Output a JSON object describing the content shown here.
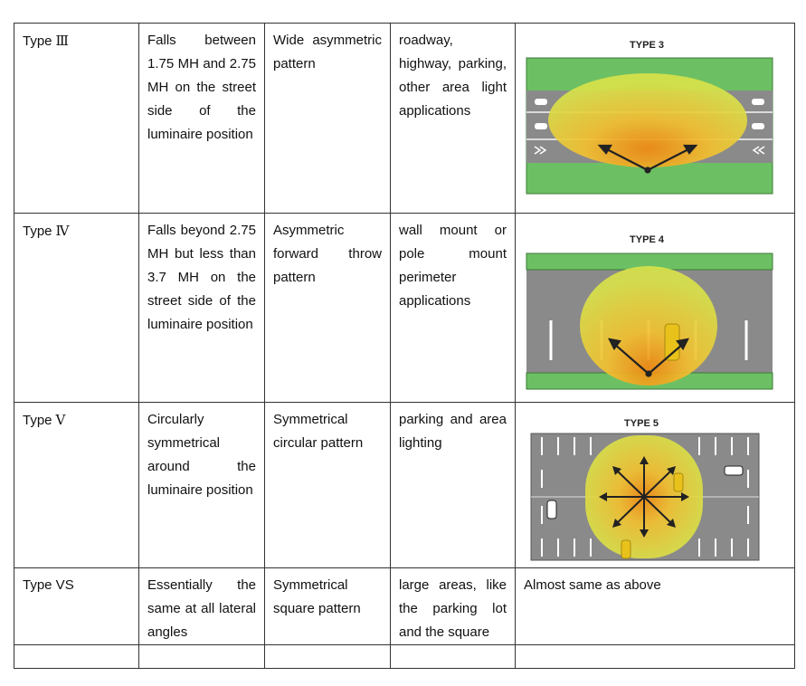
{
  "rows": [
    {
      "type_prefix": "Type",
      "type_numeral": "Ⅲ",
      "description": "Falls between 1.75 MH and 2.75 MH on the street side of the luminaire position",
      "pattern": "Wide asymmetric pattern",
      "applications": "roadway, highway, parking, other area light applications",
      "figure_title": "TYPE 3"
    },
    {
      "type_prefix": "Type",
      "type_numeral": "Ⅳ",
      "description": "Falls beyond 2.75 MH but less than 3.7 MH on the street side of the luminaire position",
      "pattern": "Asymmetric forward throw pattern",
      "applications": "wall mount or pole mount perimeter applications",
      "figure_title": "TYPE 4"
    },
    {
      "type_prefix": "Type",
      "type_numeral": "Ⅴ",
      "description": "Circularly symmetrical around the luminaire position",
      "pattern": "Symmetrical circular pattern",
      "applications": "parking and area lighting",
      "figure_title": "TYPE 5"
    },
    {
      "type_prefix": "Type VS",
      "type_numeral": "",
      "description": "Essentially the same at all lateral angles",
      "pattern": "Symmetrical square pattern",
      "applications": "large areas, like the parking lot and the square",
      "figure_note": "Almost same as above"
    }
  ],
  "colors": {
    "grass": "#6cc063",
    "road": "#8a8a8a",
    "glow_outer": "#d8e24a",
    "glow_inner": "#f0a020",
    "arrow": "#222222"
  }
}
